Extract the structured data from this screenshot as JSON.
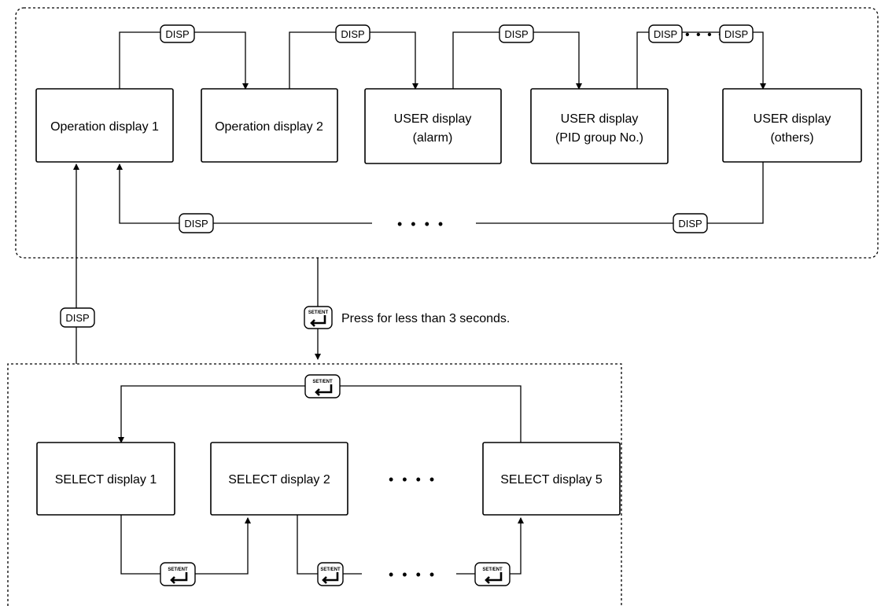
{
  "keys": {
    "disp": "DISP",
    "set_ent": "SET/ENT"
  },
  "operation_loop": {
    "op1": "Operation display 1",
    "op2": "Operation display 2",
    "user_alarm_l1": "USER display",
    "user_alarm_l2": "(alarm)",
    "user_pid_l1": "USER display",
    "user_pid_l2": "(PID group No.)",
    "user_others_l1": "USER display",
    "user_others_l2": "(others)"
  },
  "transition_note": "Press for less than 3 seconds.",
  "select_loop": {
    "sel1": "SELECT display 1",
    "sel2": "SELECT display 2",
    "sel5": "SELECT display 5"
  },
  "ellipsis": "• • • •"
}
